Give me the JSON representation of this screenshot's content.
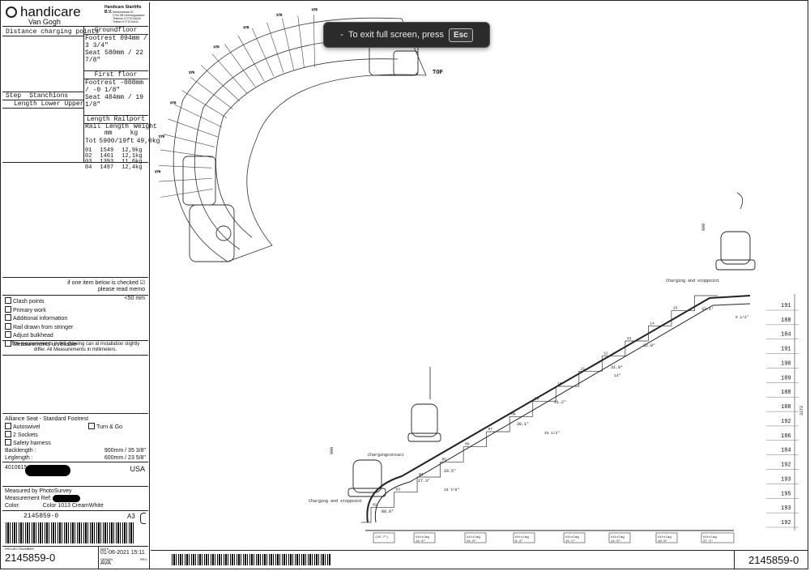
{
  "brand": {
    "name": "handicare",
    "subtitle": "Van Gogh",
    "company": "Handicare Stairlifts B.V.",
    "address": [
      "Newtonstraat 20",
      "1704 SB Heerhugowaard",
      "Telefoon 072 5744444",
      "Telefax 072 5744411"
    ]
  },
  "left": {
    "distance_title": "Distance charging points",
    "groundfloor": {
      "title": "Groundfloor",
      "footrest_label": "Footrest",
      "footrest_value": "094mm / 3 3/4\"",
      "seat_label": "Seat",
      "seat_value": "580mm / 22 7/8\""
    },
    "firstfloor": {
      "title": "First floor",
      "footrest_label": "Footrest",
      "footrest_value": "-008mm / -0 1/8\"",
      "seat_label": "Seat",
      "seat_value": "484mm / 19 1/8\""
    },
    "rail": {
      "title": "Length Railport",
      "col_rail": "Rail",
      "col_length": "Length",
      "col_weight": "Weight",
      "unit_length": "mm",
      "unit_weight": "kg",
      "total_label": "Tot",
      "total_length": "5900/19ft",
      "total_weight": "49,0kg",
      "rows": [
        [
          "01",
          "1549",
          "12,9kg"
        ],
        [
          "02",
          "1461",
          "12,1kg"
        ],
        [
          "03",
          "1393",
          "11,6kg"
        ],
        [
          "04",
          "1497",
          "12,4kg"
        ]
      ]
    },
    "step_label": "Step",
    "stanchions_label": "Stanchions",
    "length_lower_upper": "Length Lower Upper",
    "checklist": {
      "note_line1": "if one item below is checked ☑",
      "note_line2": "please read memo",
      "limit": "<50 mm",
      "items": [
        "Clash points",
        "Primary work",
        "Additional information",
        "Rail drawn from stringer",
        "Adjust bulkhead",
        "Measurements unreliable"
      ]
    },
    "disclaimer": "The measurements in the drawing can at installation slightly differ. All Measurements in millimeters.",
    "seat": {
      "title": "Alliance Seat - Standard Footrest",
      "autoswivel": "Autoswivel",
      "turn_go": "Turn & Go",
      "sockets": "2 Sockets",
      "harness": "Safety harness",
      "backlength_label": "Backlength :",
      "backlength_value": "900mm / 35 3/8\"",
      "leglength_label": "Leglength :",
      "leglength_value": "600mm / 23 5/8\""
    },
    "order_prefix": "4010615",
    "country": "USA",
    "measured_by": "Measured by PhotoSurvey",
    "measurement_ref": "Measurement Ref:",
    "color_label": "Color:",
    "color_value": "Color 1013 CreamWhite",
    "project_small": "2145859-0",
    "sheet_size": "A3",
    "project_label": "PROJECTNUMBER",
    "project_number": "2145859-0",
    "date_label": "DATE",
    "date_value": "01-06-2021 15:11",
    "drawn_label": "DRAWN",
    "drawn_value": "AVA",
    "rev_label": "REV."
  },
  "drawing": {
    "top_label": "TOP",
    "charging_stop_top": "Charging and stoppoint",
    "charging_contact": "Chargingcontact",
    "charging_stop_bottom": "Charging and stoppoint",
    "seat_height_top": "900",
    "seat_height_bottom": "900",
    "total_height": "3373",
    "riser_heights": [
      "191",
      "188",
      "184",
      "191",
      "190",
      "189",
      "188",
      "188",
      "192",
      "186",
      "184",
      "192",
      "193",
      "195",
      "193",
      "192"
    ],
    "step_numbers": [
      "02",
      "03",
      "04",
      "05",
      "06",
      "07",
      "08",
      "09",
      "10",
      "11",
      "12",
      "13",
      "14",
      "15"
    ],
    "angles": [
      "88.0°",
      "29.5°",
      "27.3°",
      "30.1°",
      "31.2°",
      "31.9°",
      "32.9°",
      "33.1°"
    ],
    "dims": [
      "33 7/8\"",
      "33 1/2\"",
      "14\"",
      "9 1/4\""
    ],
    "bottom_labels": [
      "(54.7\")",
      "Uitslag\n12.6\"",
      "Uitslag\n24.8\"",
      "Uitslag\n8.4\"",
      "Uitslag\n15.1\"",
      "Uitslag\n14.6\"",
      "Uitslag\n16.9\"",
      "Uitslag\n37.1\""
    ],
    "arc_labels": [
      "170",
      "170",
      "170",
      "175",
      "175",
      "175",
      "175",
      "175"
    ]
  },
  "bottom": {
    "project_number": "2145859-0"
  },
  "toast": {
    "text": "To exit full screen, press",
    "key": "Esc"
  }
}
